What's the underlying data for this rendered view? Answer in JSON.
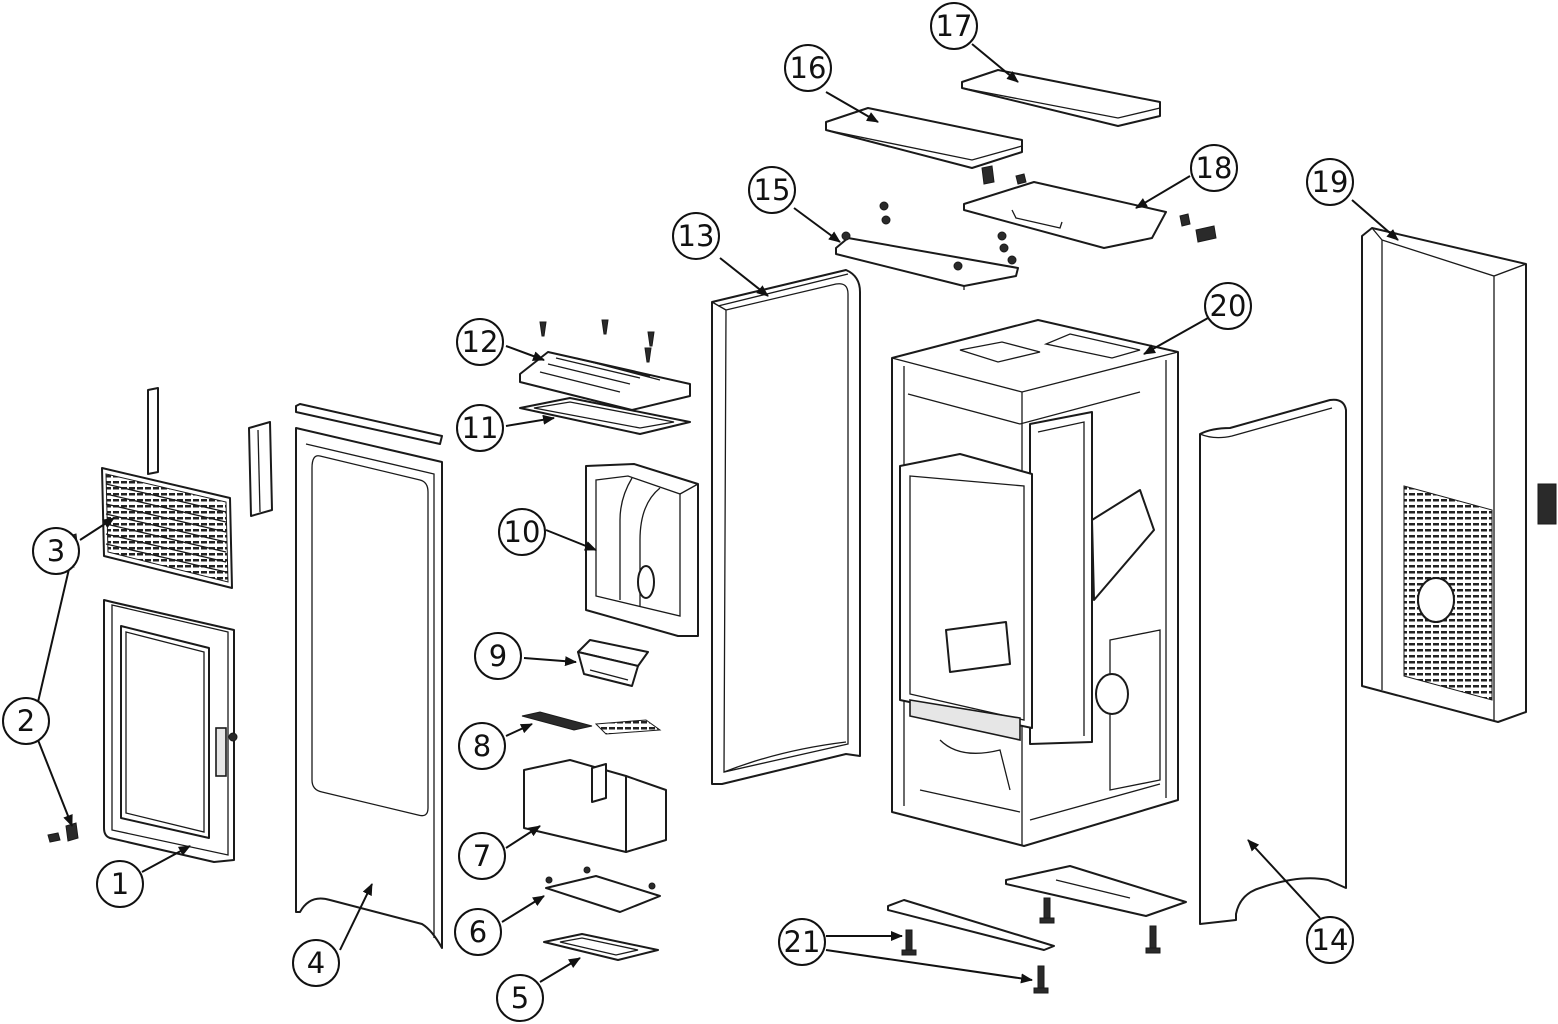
{
  "callouts": [
    {
      "label": "1"
    },
    {
      "label": "2"
    },
    {
      "label": "3"
    },
    {
      "label": "4"
    },
    {
      "label": "5"
    },
    {
      "label": "6"
    },
    {
      "label": "7"
    },
    {
      "label": "8"
    },
    {
      "label": "9"
    },
    {
      "label": "10"
    },
    {
      "label": "11"
    },
    {
      "label": "12"
    },
    {
      "label": "13"
    },
    {
      "label": "14"
    },
    {
      "label": "15"
    },
    {
      "label": "16"
    },
    {
      "label": "17"
    },
    {
      "label": "18"
    },
    {
      "label": "19"
    },
    {
      "label": "20"
    },
    {
      "label": "21"
    }
  ],
  "colors": {
    "line": "#1a1a1a",
    "background": "#ffffff"
  }
}
